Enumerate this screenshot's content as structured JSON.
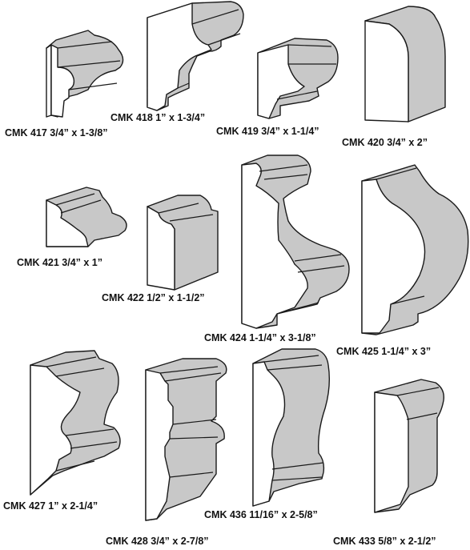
{
  "profiles": [
    {
      "label": "CMK 417  3/4” x 1-3/8”"
    },
    {
      "label": "CMK 418  1” x 1-3/4”"
    },
    {
      "label": "CMK 419  3/4” x 1-1/4”"
    },
    {
      "label": "CMK 420 3/4” x 2”"
    },
    {
      "label": "CMK 421  3/4” x 1”"
    },
    {
      "label": "CMK 422  1/2” x 1-1/2”"
    },
    {
      "label": "CMK 424  1-1/4” x 3-1/8”"
    },
    {
      "label": "CMK 425  1-1/4” x 3”"
    },
    {
      "label": "CMK 427  1” x 2-1/4”"
    },
    {
      "label": "CMK 428  3/4” x 2-7/8”"
    },
    {
      "label": "CMK 436  11/16” x 2-5/8”"
    },
    {
      "label": "CMK 433  5/8” x 2-1/2”"
    }
  ],
  "colors": {
    "face": "#c8c8c8",
    "outline": "#1a1a1a",
    "background": "#ffffff"
  }
}
